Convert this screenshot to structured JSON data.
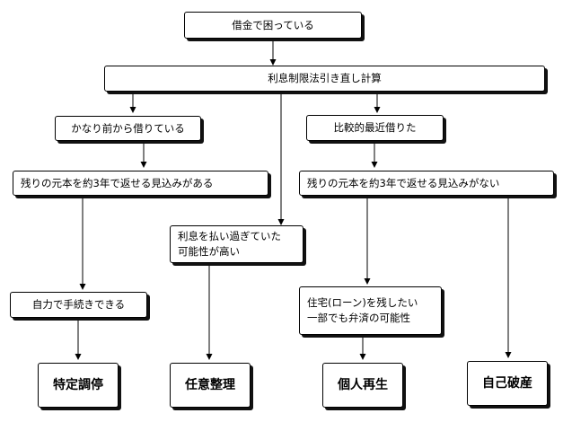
{
  "nodes": {
    "debt": "借金で困っている",
    "recalc": "利息制限法引き直し計算",
    "long_term": "かなり前から借りている",
    "recent": "比較的最近借りた",
    "can_repay_left": "残りの元本を約3年で返せる見込みがある",
    "cannot_repay": "残りの元本を約3年で返せる見込みがない",
    "overpaid": [
      "利息を払い過ぎていた",
      "可能性が高い"
    ],
    "self_process": "自力で手続きできる",
    "housing": [
      "住宅(ローン)を残したい",
      "一部でも弁済の可能性"
    ]
  },
  "results": {
    "tokutei_chotei": "特定調停",
    "nini_seiri": "任意整理",
    "kojin_saisei": "個人再生",
    "jiko_hasan": "自己破産"
  }
}
